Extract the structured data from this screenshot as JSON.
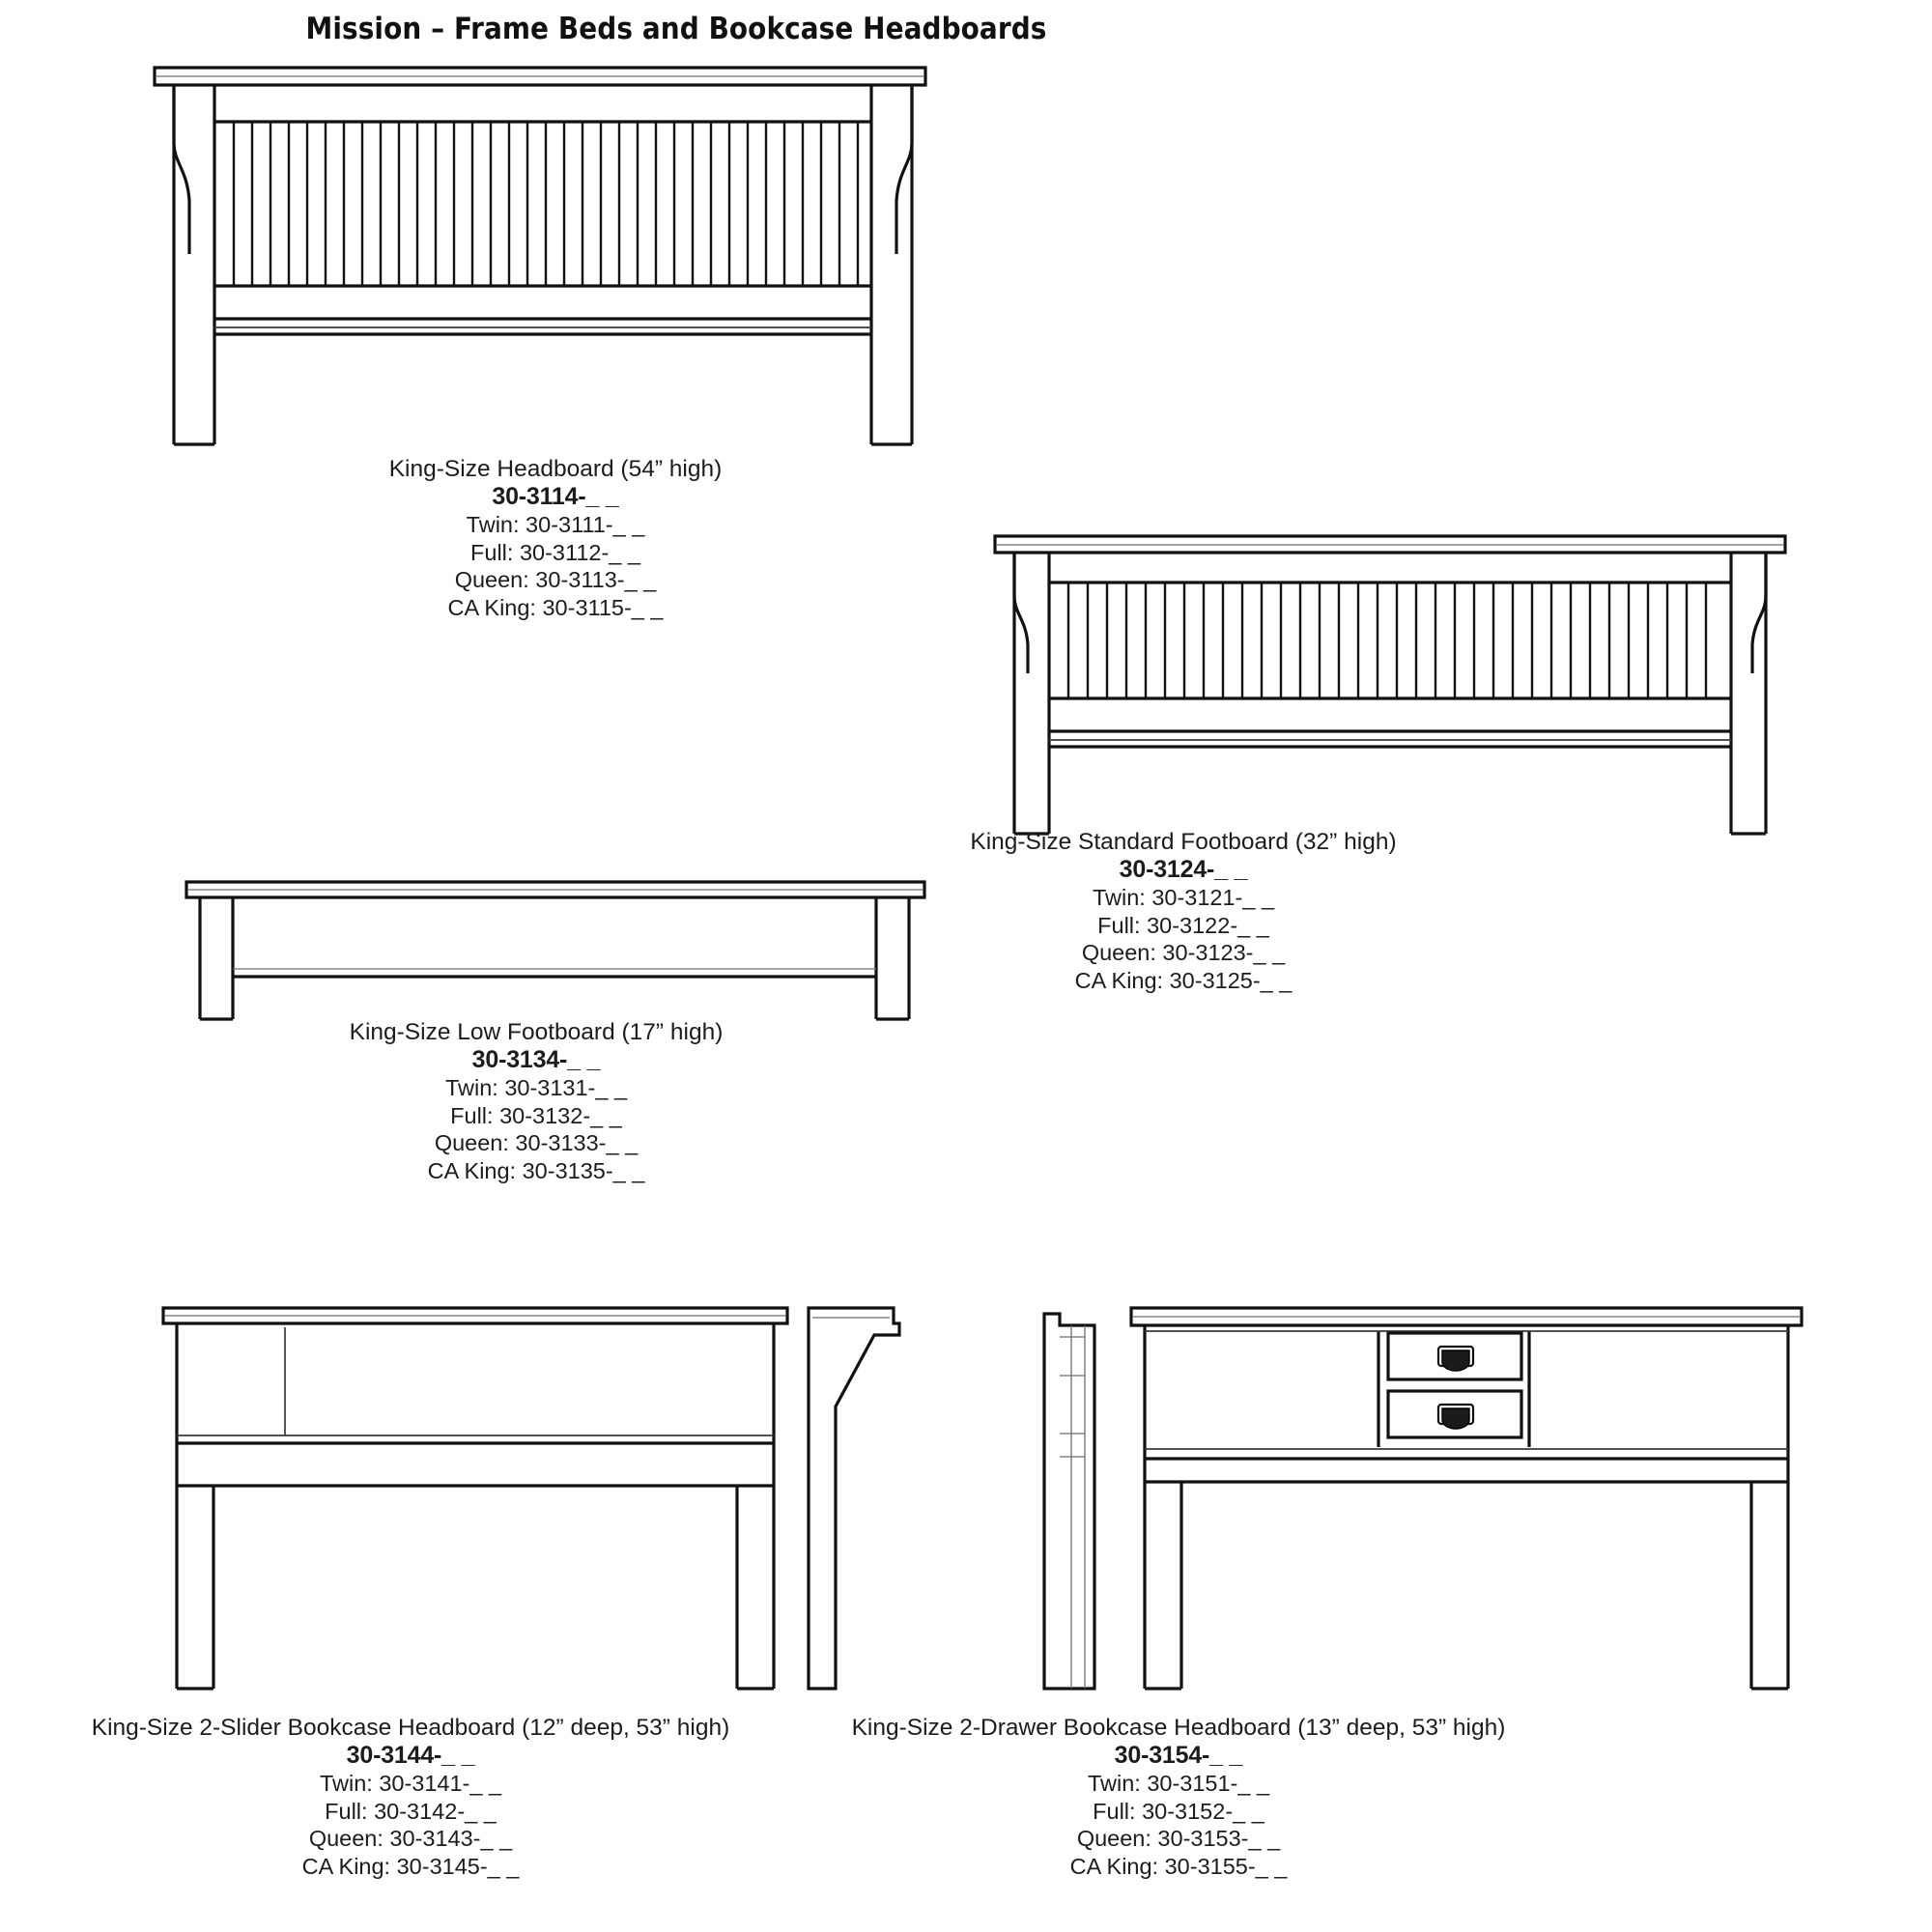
{
  "page": {
    "title": "Mission – Frame Beds and Bookcase Headboards",
    "background_color": "#ffffff",
    "line_color": "#111111"
  },
  "figures": [
    {
      "id": "king-size-headboard",
      "caption_title": "King-Size Headboard (54” high)",
      "sku": "30-3114-_ _",
      "variants": [
        "Twin: 30-3111-_ _",
        "Full: 30-3112-_ _",
        "Queen: 30-3113-_ _",
        "CA King: 30-3115-_ _"
      ],
      "slat_count": 34,
      "height_label": "54” high"
    },
    {
      "id": "king-size-standard-footboard",
      "caption_title": "King-Size Standard Footboard (32” high)",
      "sku": "30-3124-_ _",
      "variants": [
        "Twin: 30-3121-_ _",
        "Full: 30-3122-_ _",
        "Queen: 30-3123-_ _",
        "CA King: 30-3125-_ _"
      ],
      "slat_count": 34,
      "height_label": "32” high"
    },
    {
      "id": "king-size-low-footboard",
      "caption_title": "King-Size Low Footboard (17” high)",
      "sku": "30-3134-_ _",
      "variants": [
        "Twin: 30-3131-_ _",
        "Full: 30-3132-_ _",
        "Queen: 30-3133-_ _",
        "CA King: 30-3135-_ _"
      ],
      "slat_count": 0,
      "height_label": "17” high"
    },
    {
      "id": "king-size-2-slider-bookcase-headboard",
      "caption_title": "King-Size 2-Slider Bookcase Headboard (12” deep, 53” high)",
      "sku": "30-3144-_ _",
      "variants": [
        "Twin: 30-3141-_ _",
        "Full: 30-3142-_ _",
        "Queen: 30-3143-_ _",
        "CA King: 30-3145-_ _"
      ],
      "slat_count": 0,
      "depth_label": "12” deep",
      "height_label": "53” high"
    },
    {
      "id": "king-size-2-drawer-bookcase-headboard",
      "caption_title": "King-Size 2-Drawer Bookcase Headboard (13” deep, 53” high)",
      "sku": "30-3154-_ _",
      "variants": [
        "Twin: 30-3151-_ _",
        "Full: 30-3152-_ _",
        "Queen: 30-3153-_ _",
        "CA King: 30-3155-_ _"
      ],
      "slat_count": 0,
      "drawer_count": 2,
      "depth_label": "13” deep",
      "height_label": "53” high"
    }
  ]
}
